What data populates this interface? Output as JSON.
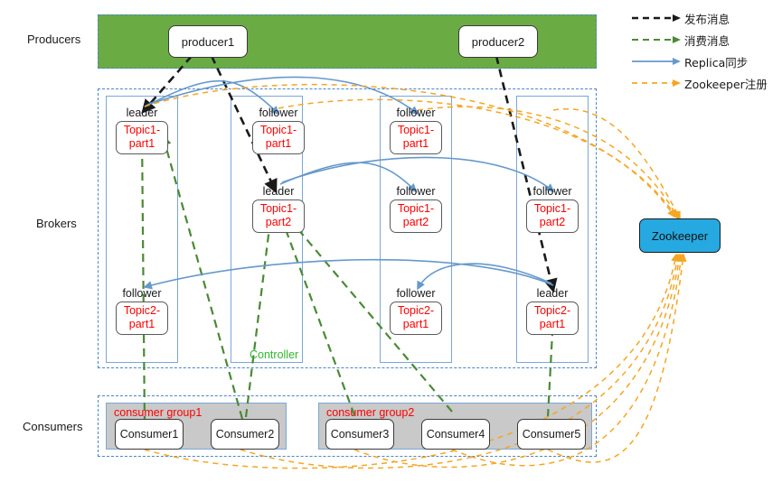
{
  "rows": {
    "producers_label": "Producers",
    "brokers_label": "Brokers",
    "consumers_label": "Consumers"
  },
  "producers": {
    "band_color": "#6AAB43",
    "items": [
      {
        "name": "producer1"
      },
      {
        "name": "producer2"
      }
    ]
  },
  "brokers": {
    "controller_label": "Controller",
    "controller_color": "#2eb82e",
    "partition_text_color": "#ff0000",
    "columns": [
      {
        "nodes": [
          {
            "row": 1,
            "role": "leader",
            "partition_line1": "Topic1-",
            "partition_line2": "part1"
          },
          {
            "row": 3,
            "role": "follower",
            "partition_line1": "Topic2-",
            "partition_line2": "part1"
          }
        ]
      },
      {
        "nodes": [
          {
            "row": 1,
            "role": "follower",
            "partition_line1": "Topic1-",
            "partition_line2": "part1"
          },
          {
            "row": 2,
            "role": "leader",
            "partition_line1": "Topic1-",
            "partition_line2": "part2"
          }
        ]
      },
      {
        "nodes": [
          {
            "row": 1,
            "role": "follower",
            "partition_line1": "Topic1-",
            "partition_line2": "part1"
          },
          {
            "row": 2,
            "role": "follower",
            "partition_line1": "Topic1-",
            "partition_line2": "part2"
          },
          {
            "row": 3,
            "role": "follower",
            "partition_line1": "Topic2-",
            "partition_line2": "part1"
          }
        ]
      },
      {
        "nodes": [
          {
            "row": 2,
            "role": "follower",
            "partition_line1": "Topic1-",
            "partition_line2": "part2"
          },
          {
            "row": 3,
            "role": "leader",
            "partition_line1": "Topic2-",
            "partition_line2": "part1"
          }
        ]
      }
    ]
  },
  "consumers": {
    "groups": [
      {
        "label": "consumer group1",
        "members": [
          {
            "name": "Consumer1"
          },
          {
            "name": "Consumer2"
          }
        ]
      },
      {
        "label": "consumer group2",
        "members": [
          {
            "name": "Consumer3"
          },
          {
            "name": "Consumer4"
          },
          {
            "name": "Consumer5"
          }
        ]
      }
    ]
  },
  "zookeeper": {
    "label": "Zookeeper",
    "color": "#26a9e0"
  },
  "legend": {
    "items": [
      {
        "icon": "dashed-arrow-black",
        "label": "发布消息",
        "color": "#1a1a1a"
      },
      {
        "icon": "dashed-arrow-green",
        "label": "消费消息",
        "color": "#4a8a36"
      },
      {
        "icon": "solid-arrow-blue",
        "label": "Replica同步",
        "color": "#6699cc"
      },
      {
        "icon": "dashed-arrow-orange",
        "label": "Zookeeper注册",
        "color": "#f5a623"
      }
    ]
  }
}
